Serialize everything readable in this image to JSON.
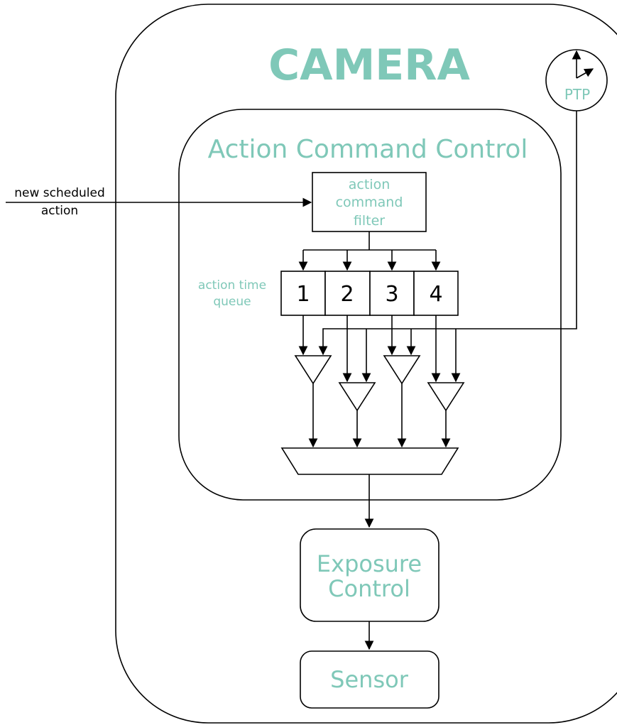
{
  "camera": {
    "title": "CAMERA"
  },
  "ptp": {
    "label": "PTP"
  },
  "action_command_control": {
    "title": "Action Command Control",
    "filter_lines": [
      "action",
      "command",
      "filter"
    ],
    "queue_label_lines": [
      "action time",
      "queue"
    ],
    "queue_slots": [
      "1",
      "2",
      "3",
      "4"
    ]
  },
  "input": {
    "label_lines": [
      "new scheduled",
      "action"
    ]
  },
  "exposure_control": {
    "lines": [
      "Exposure",
      "Control"
    ]
  },
  "sensor": {
    "label": "Sensor"
  },
  "colors": {
    "accent": "#7fc8b8",
    "line": "#000000"
  }
}
